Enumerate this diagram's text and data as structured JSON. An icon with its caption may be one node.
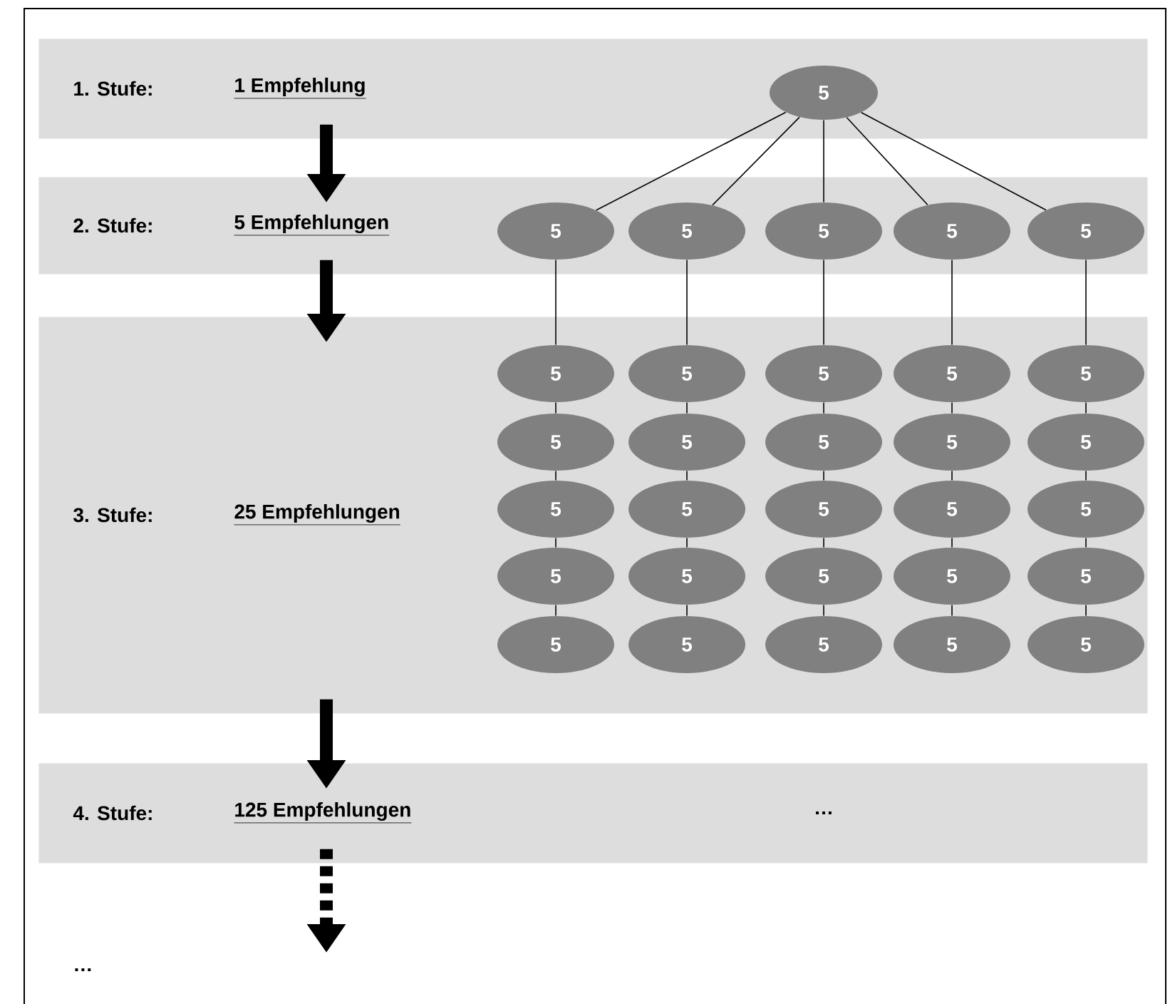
{
  "diagram": {
    "nodes": [
      {
        "text": [
          "1. Stufe:",
          "1 Empfehlung"
        ]
      },
      {
        "text": [
          "5"
        ],
        "in": 0
      },
      {
        "text": [
          "2. Stufe:",
          "5 Empfehlungen"
        ]
      },
      {
        "text": [
          "5"
        ],
        "in": 2
      },
      {
        "text": [
          "5"
        ],
        "in": 2
      },
      {
        "text": [
          "5"
        ],
        "in": 2
      },
      {
        "text": [
          "5"
        ],
        "in": 2
      },
      {
        "text": [
          "5"
        ],
        "in": 2
      },
      {
        "text": [
          "3. Stufe:",
          "25 Empfehlungen"
        ]
      },
      {
        "text": [
          "5"
        ],
        "in": 8
      },
      {
        "text": [
          "5"
        ],
        "in": 8
      },
      {
        "text": [
          "5"
        ],
        "in": 8
      },
      {
        "text": [
          "5"
        ],
        "in": 8
      },
      {
        "text": [
          "5"
        ],
        "in": 8
      },
      {
        "text": [
          "5"
        ],
        "in": 8
      },
      {
        "text": [
          "5"
        ],
        "in": 8
      },
      {
        "text": [
          "5"
        ],
        "in": 8
      },
      {
        "text": [
          "5"
        ],
        "in": 8
      },
      {
        "text": [
          "5"
        ],
        "in": 8
      },
      {
        "text": [
          "5"
        ],
        "in": 8
      },
      {
        "text": [
          "5"
        ],
        "in": 8
      },
      {
        "text": [
          "5"
        ],
        "in": 8
      },
      {
        "text": [
          "5"
        ],
        "in": 8
      },
      {
        "text": [
          "5"
        ],
        "in": 8
      },
      {
        "text": [
          "5"
        ],
        "in": 8
      },
      {
        "text": [
          "5"
        ],
        "in": 8
      },
      {
        "text": [
          "5"
        ],
        "in": 8
      },
      {
        "text": [
          "5"
        ],
        "in": 8
      },
      {
        "text": [
          "5"
        ],
        "in": 8
      },
      {
        "text": [
          "5"
        ],
        "in": 8
      },
      {
        "text": [
          "5"
        ],
        "in": 8
      },
      {
        "text": [
          "5"
        ],
        "in": 8
      },
      {
        "text": [
          "5"
        ],
        "in": 8
      },
      {
        "text": [
          "5"
        ],
        "in": 8
      },
      {
        "text": [
          "4. Stufe:",
          "125 Empfehlungen",
          "…"
        ]
      }
    ],
    "edges": [
      {
        "from": 0,
        "to": 2,
        "arrow": "to",
        "style": "thick"
      },
      {
        "from": 2,
        "to": 8,
        "arrow": "to",
        "style": "thick"
      },
      {
        "from": 8,
        "to": 34,
        "arrow": "to",
        "style": "thick"
      },
      {
        "from": 34,
        "to": null,
        "arrow": "to",
        "style": "dashed"
      },
      {
        "from": 1,
        "to": 3,
        "arrow": "none"
      },
      {
        "from": 1,
        "to": 4,
        "arrow": "none"
      },
      {
        "from": 1,
        "to": 5,
        "arrow": "none"
      },
      {
        "from": 1,
        "to": 6,
        "arrow": "none"
      },
      {
        "from": 1,
        "to": 7,
        "arrow": "none"
      },
      {
        "from": 3,
        "to": 9,
        "arrow": "none"
      },
      {
        "from": 4,
        "to": 10,
        "arrow": "none"
      },
      {
        "from": 5,
        "to": 11,
        "arrow": "none"
      },
      {
        "from": 6,
        "to": 12,
        "arrow": "none"
      },
      {
        "from": 7,
        "to": 13,
        "arrow": "none"
      },
      {
        "from": 9,
        "to": 14,
        "arrow": "none"
      },
      {
        "from": 10,
        "to": 15,
        "arrow": "none"
      },
      {
        "from": 11,
        "to": 16,
        "arrow": "none"
      },
      {
        "from": 12,
        "to": 17,
        "arrow": "none"
      },
      {
        "from": 13,
        "to": 18,
        "arrow": "none"
      },
      {
        "from": 14,
        "to": 19,
        "arrow": "none"
      },
      {
        "from": 15,
        "to": 20,
        "arrow": "none"
      },
      {
        "from": 16,
        "to": 21,
        "arrow": "none"
      },
      {
        "from": 17,
        "to": 22,
        "arrow": "none"
      },
      {
        "from": 18,
        "to": 23,
        "arrow": "none"
      },
      {
        "from": 19,
        "to": 24,
        "arrow": "none"
      },
      {
        "from": 20,
        "to": 25,
        "arrow": "none"
      },
      {
        "from": 21,
        "to": 26,
        "arrow": "none"
      },
      {
        "from": 22,
        "to": 27,
        "arrow": "none"
      },
      {
        "from": 23,
        "to": 28,
        "arrow": "none"
      },
      {
        "from": 24,
        "to": 29,
        "arrow": "none"
      },
      {
        "from": 25,
        "to": 30,
        "arrow": "none"
      },
      {
        "from": 26,
        "to": 31,
        "arrow": "none"
      },
      {
        "from": 27,
        "to": 32,
        "arrow": "none"
      },
      {
        "from": 28,
        "to": 33,
        "arrow": "none"
      }
    ],
    "labels": [
      "…"
    ]
  }
}
